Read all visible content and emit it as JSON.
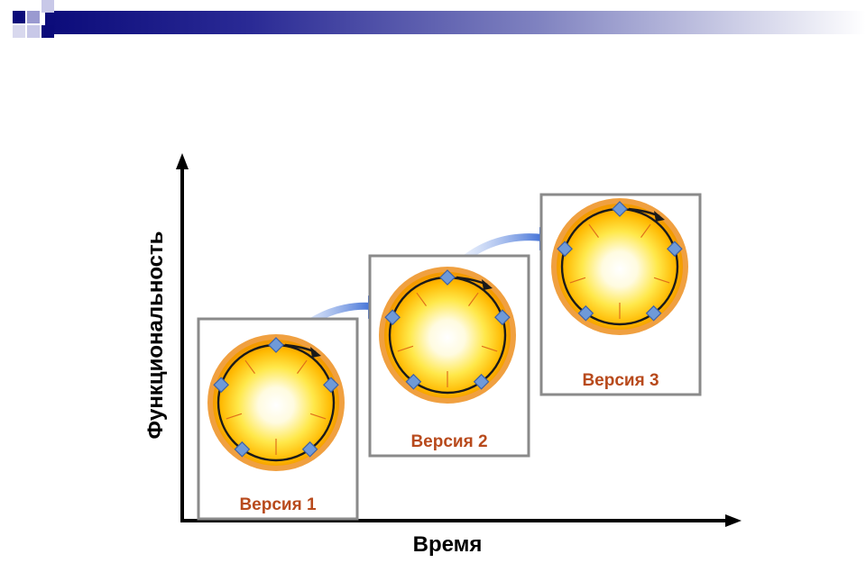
{
  "axes": {
    "x_label": "Время",
    "y_label": "Функциональность"
  },
  "versions": [
    {
      "label": "Версия 1"
    },
    {
      "label": "Версия 2"
    },
    {
      "label": "Версия 3"
    }
  ],
  "colors": {
    "header_start": "#0b0b7a",
    "header_end": "#ffffff",
    "version_label": "#b84a1c",
    "box_border": "#8a8a8a",
    "arrow": "#4a78d8",
    "orb_ring": "#f0a040",
    "node": "#6f9ad8"
  }
}
